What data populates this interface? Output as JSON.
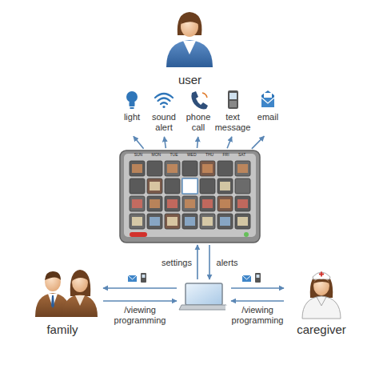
{
  "diagram": {
    "nodes": [
      {
        "text": [
          "user"
        ]
      },
      {
        "text": [
          "light"
        ]
      },
      {
        "text": [
          "sound alert"
        ]
      },
      {
        "text": [
          "phone call"
        ]
      },
      {
        "text": [
          "text message"
        ]
      },
      {
        "text": [
          "email"
        ]
      },
      {
        "text": [
          "SUN",
          "MON",
          "TUE",
          "WED",
          "THU",
          "FRI",
          "SAT"
        ]
      },
      {
        "text": []
      },
      {
        "text": [
          "family"
        ]
      },
      {
        "text": [
          "caregiver"
        ]
      }
    ],
    "edges": [
      {
        "from": 6,
        "to": 1,
        "arrow": "to"
      },
      {
        "from": 6,
        "to": 2,
        "arrow": "to"
      },
      {
        "from": 6,
        "to": 3,
        "arrow": "to"
      },
      {
        "from": 6,
        "to": 4,
        "arrow": "to"
      },
      {
        "from": 6,
        "to": 5,
        "arrow": "to"
      },
      {
        "from": 7,
        "to": 6,
        "label": "settings",
        "arrow": "to"
      },
      {
        "from": 6,
        "to": 7,
        "label": "alerts",
        "arrow": "to"
      },
      {
        "from": 7,
        "to": 8,
        "arrow": "to"
      },
      {
        "from": 8,
        "to": 7,
        "label": "/viewing programming",
        "arrow": "to"
      },
      {
        "from": 7,
        "to": 9,
        "arrow": "to"
      },
      {
        "from": 9,
        "to": 7,
        "label": "/viewing programming",
        "arrow": "to"
      }
    ]
  }
}
